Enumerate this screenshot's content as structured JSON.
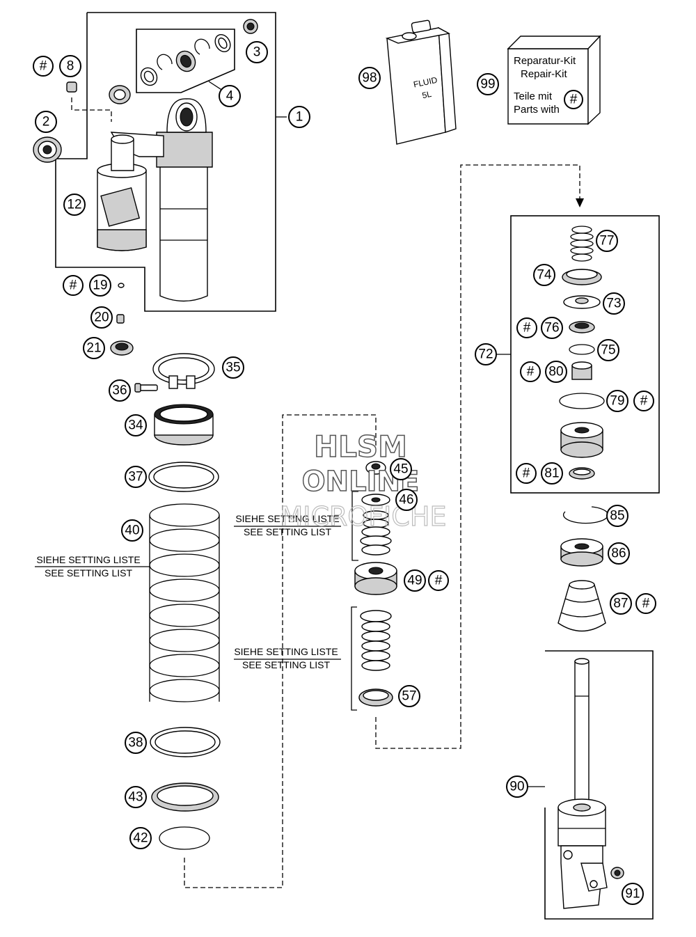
{
  "callouts": {
    "hash": "#",
    "p1": "1",
    "p2": "2",
    "p3": "3",
    "p4": "4",
    "p8": "8",
    "p12": "12",
    "p19": "19",
    "p20": "20",
    "p21": "21",
    "p34": "34",
    "p35": "35",
    "p36": "36",
    "p37": "37",
    "p38": "38",
    "p40": "40",
    "p42": "42",
    "p43": "43",
    "p45": "45",
    "p46": "46",
    "p49": "49",
    "p57": "57",
    "p72": "72",
    "p73": "73",
    "p74": "74",
    "p75": "75",
    "p76": "76",
    "p77": "77",
    "p79": "79",
    "p80": "80",
    "p81": "81",
    "p85": "85",
    "p86": "86",
    "p87": "87",
    "p90": "90",
    "p91": "91",
    "p98": "98",
    "p99": "99"
  },
  "fluid_can": {
    "line1": "FLUID",
    "line2": "5L"
  },
  "repair_kit": {
    "line1": "Reparatur-Kit",
    "line2": "Repair-Kit",
    "line3": "Teile mit",
    "line4": "Parts with",
    "symbol": "#"
  },
  "setting_notes": {
    "de": "SIEHE SETTING LISTE",
    "en": "SEE SETTING LIST"
  },
  "watermark": {
    "line1": "HLSM",
    "line2": "ONLINE",
    "line3": "MICROFICHE"
  }
}
